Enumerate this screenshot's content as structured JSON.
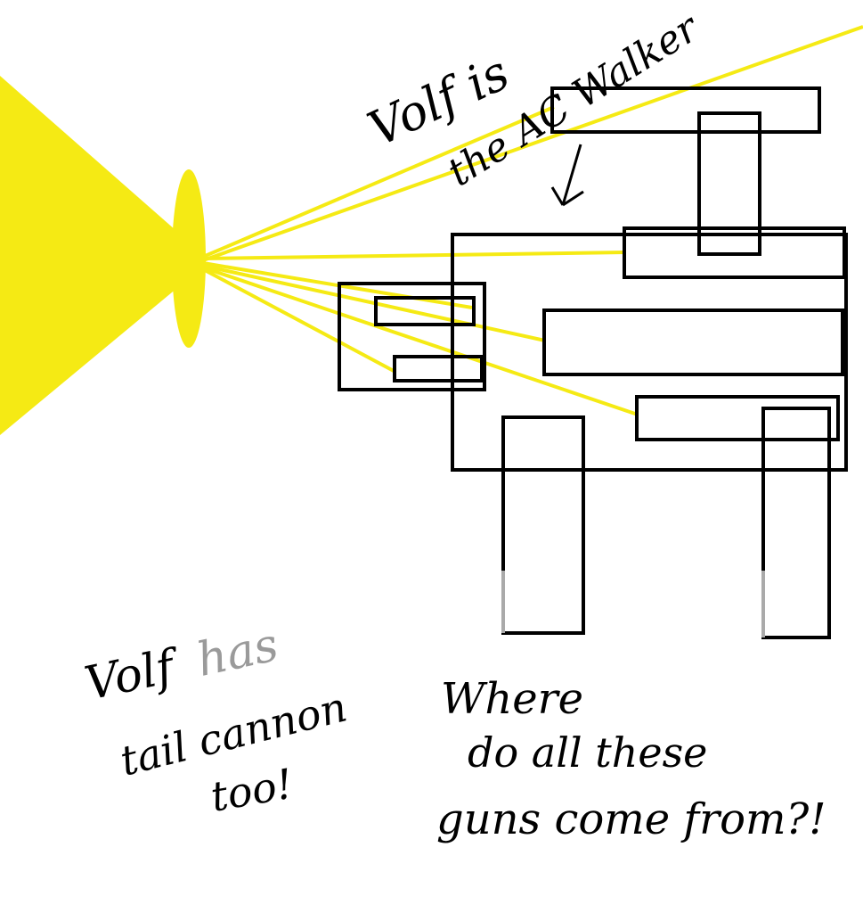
{
  "colors": {
    "beam": "#f5ea14",
    "ink": "#000000",
    "faded_ink": "#9a9a9a"
  },
  "annotations": {
    "walker_line1": "Volf is",
    "walker_line2": "the AC Walker",
    "tail_line1a": "Volf",
    "tail_line1b": "has",
    "tail_line2": "tail cannon",
    "tail_line3": "too!",
    "question_line1": "Where",
    "question_line2": "do all these",
    "question_line3": "guns come from?!"
  }
}
